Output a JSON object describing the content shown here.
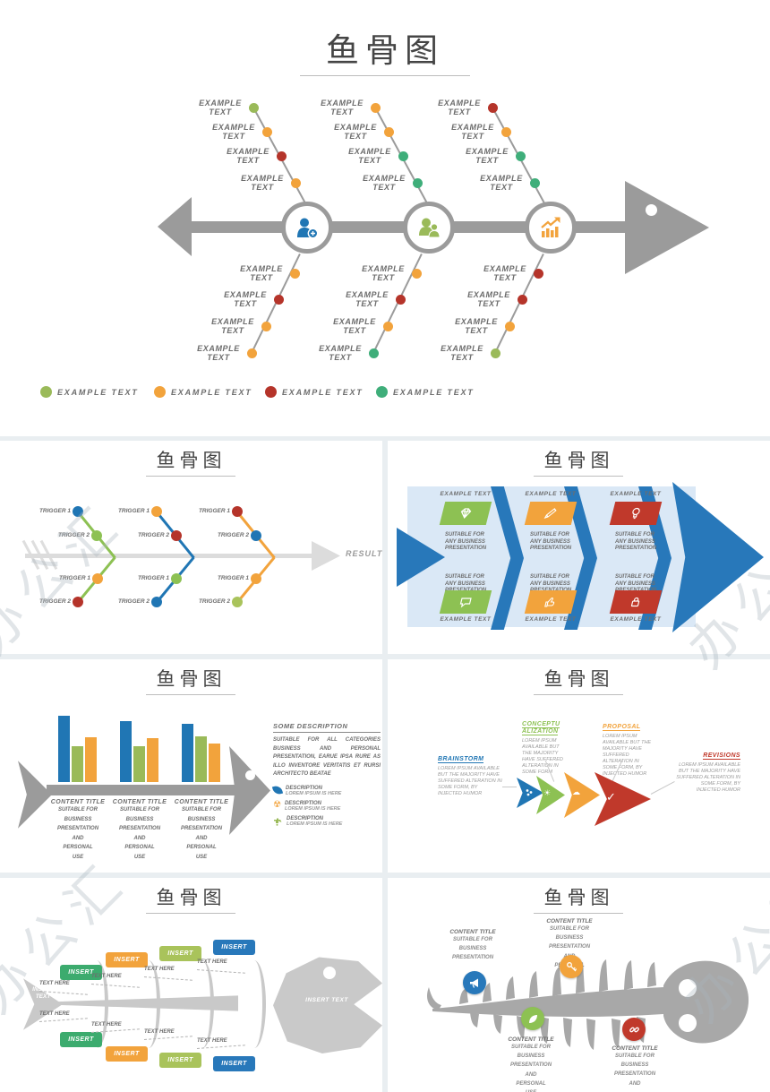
{
  "watermark": "办公汇",
  "colors": {
    "gray": "#9b9b9b",
    "lightgray": "#c9c9c9",
    "spine": "#dcdcdc",
    "blue": "#2076b4",
    "arrowblue": "#2878ba",
    "band": "#dae8f6",
    "green": "#9aba59",
    "chevgreen": "#8dc153",
    "seagreen": "#3fae7a",
    "emerald": "#3cab6e",
    "lightgreen": "#a9c35b",
    "orange": "#f2a33c",
    "red": "#b5342a",
    "darkred": "#c0392b",
    "skeleton": "#a8a8a8"
  },
  "s": {
    "title": "鱼骨图",
    "example": "EXAMPLE",
    "text": "TEXT",
    "example_text": "EXAMPLE TEXT",
    "content_title": "CONTENT TITLE",
    "suitable_for": "SUITABLE FOR",
    "any_business": "ANY BUSINESS",
    "presentation": "PRESENTATION",
    "business": "BUSINESS",
    "and": "AND",
    "personal": "PERSONAL",
    "use": "USE"
  },
  "p1": {
    "icons": [
      "add-user-icon",
      "team-icon",
      "growth-chart-icon"
    ],
    "branches_top": [
      [
        "#9aba59",
        "#f2a33c",
        "#b5342a",
        "#f2a33c"
      ],
      [
        "#f2a33c",
        "#f2a33c",
        "#3fae7a",
        "#3fae7a"
      ],
      [
        "#b5342a",
        "#f2a33c",
        "#3fae7a",
        "#3fae7a"
      ]
    ],
    "branches_bottom": [
      [
        "#f2a33c",
        "#b5342a",
        "#f2a33c",
        "#f2a33c"
      ],
      [
        "#f2a33c",
        "#b5342a",
        "#f2a33c",
        "#3fae7a"
      ],
      [
        "#b5342a",
        "#b5342a",
        "#f2a33c",
        "#9aba59"
      ]
    ],
    "legend": [
      {
        "label": "EXAMPLE TEXT",
        "color": "#9aba59"
      },
      {
        "label": "EXAMPLE TEXT",
        "color": "#f2a33c"
      },
      {
        "label": "EXAMPLE TEXT",
        "color": "#b5342a"
      },
      {
        "label": "EXAMPLE TEXT",
        "color": "#3fae7a"
      }
    ]
  },
  "p2": {
    "trigger1": "TRIGGER 1",
    "trigger2": "TRIGGER 2",
    "result": "RESULT",
    "chevrons": [
      {
        "color": "#8dc153",
        "dots": [
          "#2076b4",
          "#8dc153",
          "#f2a33c",
          "#b5342a"
        ]
      },
      {
        "color": "#2076b4",
        "dots": [
          "#f2a33c",
          "#b5342a",
          "#8dc153",
          "#2076b4"
        ]
      },
      {
        "color": "#f2a33c",
        "dots": [
          "#b5342a",
          "#2076b4",
          "#f2a33c",
          "#a9c35b"
        ]
      }
    ]
  },
  "p3": {
    "top_icons": [
      "gem-icon",
      "pencil-icon",
      "bulb-icon"
    ],
    "bottom_icons": [
      "speech-bubble-icon",
      "thumb-up-icon",
      "lock-icon"
    ]
  },
  "p4": {
    "desc_title": "SOME DESCRIPTION",
    "desc_body": "SUITABLE FOR ALL CATEGORIES BUSINESS AND PERSONAL PRESENTATION, EARUE IPSA RURE AS ILLO INVENTORE VERITATIS ET RURSI ARCHITECTO BEATAE",
    "items": [
      {
        "icon": "leaf-icon",
        "title": "DESCRIPTION",
        "text": "LOREM IPSUM IS HERE"
      },
      {
        "icon": "radiation-icon",
        "title": "DESCRIPTION",
        "text": "LOREM IPSUM IS HERE"
      },
      {
        "icon": "faucet-icon",
        "title": "DESCRIPTION",
        "text": "LOREM IPSUM IS HERE"
      }
    ]
  },
  "p5": {
    "stages": [
      {
        "heading": [
          "BRAINSTORM"
        ],
        "color": "#2076b4",
        "icon": "drops-icon",
        "body": "LOREM IPSUM AVAILABLE BUT THE MAJORITY HAVE SUFFERED ALTERATION IN SOME FORM, BY INJECTED HUMOR"
      },
      {
        "heading": [
          "CONCEPTU",
          "ALIZATION"
        ],
        "color": "#8dc153",
        "icon": "sun-icon",
        "body": "LOREM IPSUM AVAILABLE BUT THE MAJORITY HAVE SUFFERED ALTERATION IN SOME FORM"
      },
      {
        "heading": [
          "PROPOSAL"
        ],
        "color": "#f2a33c",
        "icon": "clouds-icon",
        "body": "LOREM IPSUM AVAILABLE BUT THE MAJORITY HAVE SUFFERED ALTERATION IN SOME FORM, BY INJECTED HUMOR"
      },
      {
        "heading": [
          "REVISIONS"
        ],
        "color": "#c0392b",
        "icon": "check-icon",
        "body": "LOREM IPSUM AVAILABLE BUT THE MAJORITY HAVE SUFFERED ALTERATION IN SOME FORM, BY INJECTED HUMOR"
      }
    ]
  },
  "p6": {
    "insert": "INSERT",
    "text_here": "TEXT HERE",
    "tail": [
      "INSERT",
      "TEXT"
    ],
    "head": "INSERT TEXT",
    "label_colors": [
      "#3cab6e",
      "#f2a33c",
      "#a9c35b",
      "#2878ba"
    ]
  },
  "p7": {
    "icons": [
      "megaphone-icon",
      "key-icon",
      "leaf-icon",
      "chain-icon"
    ],
    "blocks": [
      {
        "title": "CONTENT TITLE",
        "lines": [
          "SUITABLE FOR",
          "BUSINESS",
          "PRESENTATION"
        ]
      },
      {
        "title": "CONTENT TITLE",
        "lines": [
          "SUITABLE FOR",
          "BUSINESS",
          "PRESENTATION",
          "AND",
          "PERSONAL",
          "USE"
        ]
      },
      {
        "title": "CONTENT TITLE",
        "lines": [
          "SUITABLE FOR",
          "BUSINESS",
          "PRESENTATION",
          "AND",
          "PERSONAL",
          "USE"
        ]
      },
      {
        "title": "CONTENT TITLE",
        "lines": [
          "SUITABLE FOR",
          "BUSINESS",
          "PRESENTATION",
          "AND"
        ]
      }
    ]
  }
}
